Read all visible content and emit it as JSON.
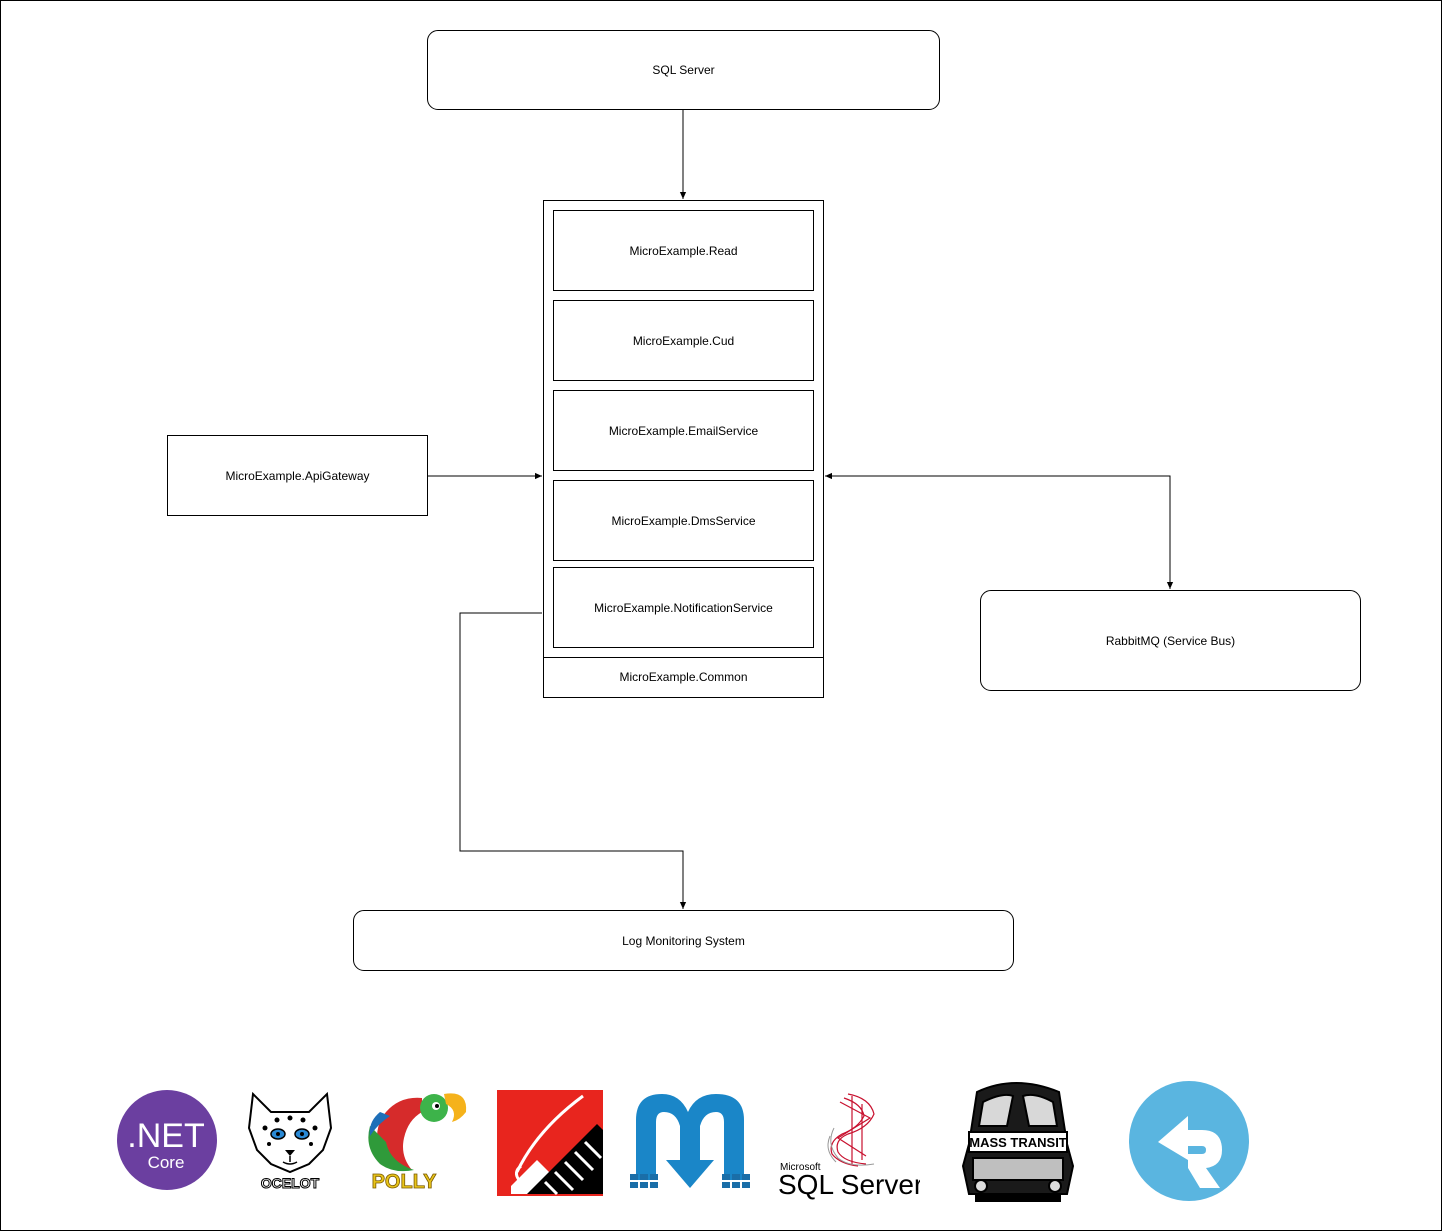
{
  "nodes": {
    "sql_server": "SQL Server",
    "read": "MicroExample.Read",
    "cud": "MicroExample.Cud",
    "email": "MicroExample.EmailService",
    "dms": "MicroExample.DmsService",
    "notification": "MicroExample.NotificationService",
    "common": "MicroExample.Common",
    "gateway": "MicroExample.ApiGateway",
    "rabbitmq": "RabbitMQ (Service Bus)",
    "logs": "Log Monitoring System"
  },
  "logos": {
    "dotnet": {
      "line1": ".NET",
      "line2": "Core"
    },
    "ocelot": {
      "word": "OCELOT"
    },
    "polly": {
      "word": "POLLY"
    },
    "redgate": {},
    "mapster": {},
    "sqlserver": {
      "small": "Microsoft",
      "big": "SQL Server"
    },
    "masstransit": {
      "word": "MASS TRANSIT"
    },
    "refit": {}
  },
  "colors": {
    "dotnet_purple": "#6b3fa0",
    "redgate_red": "#e8251e",
    "mapster_blue": "#1a86c8",
    "refit_blue": "#5ab5e0",
    "sql_red": "#c8102e"
  }
}
